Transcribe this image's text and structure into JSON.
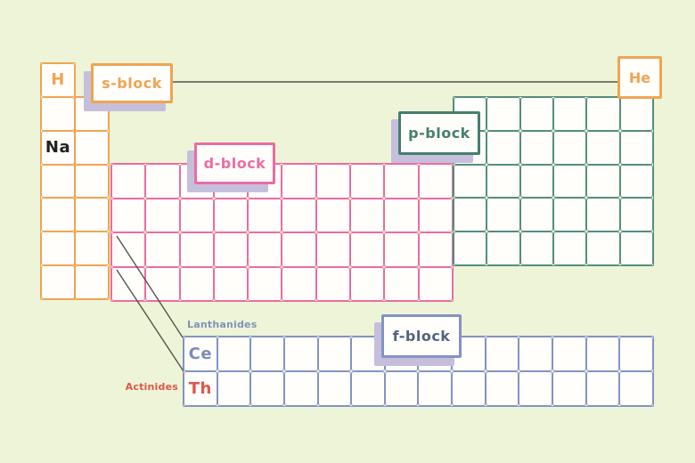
{
  "figure": {
    "title": "Periodic table blocks diagram",
    "background": "#eef4d7",
    "line_color": "#54544c",
    "shadow_color": "#c5bfdb",
    "cell_fill": "#fffefb"
  },
  "s_block": {
    "label": "s-block",
    "color": "#f0a452",
    "col1": {
      "rows": 7,
      "cols": 1,
      "color": "#f0a452",
      "cells": [
        {
          "r": 0,
          "c": 0,
          "text": "H",
          "color": "#f0a452"
        },
        {
          "r": 2,
          "c": 0,
          "text": "Na",
          "color": "#212121"
        }
      ]
    },
    "col2": {
      "rows": 6,
      "cols": 1,
      "color": "#f0a452",
      "cells": []
    },
    "helium": {
      "symbol": "He",
      "color": "#f0a452"
    }
  },
  "d_block": {
    "label": "d-block",
    "color": "#ec6ba1",
    "grid": {
      "rows": 4,
      "cols": 10,
      "color": "#ec6ba1",
      "cells": []
    }
  },
  "p_block": {
    "label": "p-block",
    "color": "#457f6e",
    "grid": {
      "rows": 5,
      "cols": 6,
      "color": "#538e7c",
      "cells": []
    }
  },
  "f_block": {
    "label": "f-block",
    "label_color": "#556283",
    "color": "#8492c3",
    "grid": {
      "rows": 2,
      "cols": 14,
      "color": "#8492c3",
      "cells": [
        {
          "r": 0,
          "c": 0,
          "text": "Ce",
          "color": "#7b8bbb"
        },
        {
          "r": 1,
          "c": 0,
          "text": "Th",
          "color": "#e0564a"
        }
      ]
    },
    "lanthanides_label": {
      "text": "Lanthanides",
      "color": "#8191bb"
    },
    "actinides_label": {
      "text": "Actinides",
      "color": "#e0564a"
    }
  }
}
